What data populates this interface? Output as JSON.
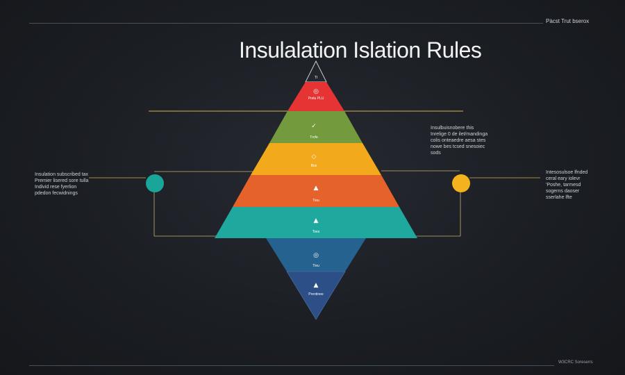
{
  "header": {
    "title": "Insulalation Islation Rules",
    "top_right_text": "Pàcst Trut bserox",
    "bottom_right_text": "W3CRC Soreserrs"
  },
  "notes": {
    "left": "Insulation subscribed tax Premier lisered sore tulla Individ rese fyerlion pdedon fecwidnings",
    "right_top": "Insulbuisnobere this Inrelige 0 de ilet/mandinga colis onteaedre aesa stes nowe bes tcsed snesoiec sods",
    "right": "Intesosulsoe lfnded ceral eary iolevr 'Poshe, tarmesd sogerns daoser sserlahe lfte"
  },
  "pyramid": {
    "tiers": [
      {
        "icon": "◎",
        "label": "Prelu PLU",
        "color": "#e63434"
      },
      {
        "icon": "✓",
        "label": "Trofe",
        "color": "#739a3d"
      },
      {
        "icon": "◇",
        "label": "Bos",
        "color": "#f2a91b"
      },
      {
        "icon": "▲",
        "label": "Tieu",
        "color": "#e5622a"
      },
      {
        "icon": "▲",
        "label": "Toes",
        "color": "#1fa89e"
      },
      {
        "icon": "◎",
        "label": "Tieu",
        "color": "#25628f"
      },
      {
        "icon": "▲",
        "label": "Prentinee",
        "color": "#2b4f86"
      }
    ],
    "apex_label": "TI"
  },
  "connectors": {
    "left_node_color": "#1aa59b",
    "right_node_color": "#f4b21c",
    "line_color": "#d9b34a"
  }
}
